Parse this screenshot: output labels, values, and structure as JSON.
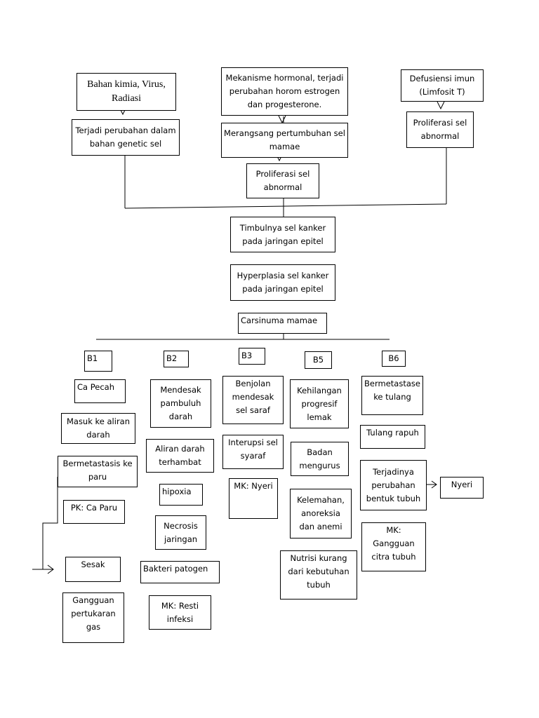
{
  "diagram": {
    "causes": {
      "chemical": "Bahan kimia, Virus, Radiasi",
      "genetic_change": "Terjadi perubahan dalam bahan genetic sel",
      "hormonal": "Mekanisme hormonal, terjadi perubahan horom estrogen dan progesterone.",
      "stimulate_growth": "Merangsang pertumbuhan sel mamae",
      "proliferation_center": "Proliferasi sel abnormal",
      "immune": "Defusiensi imun (Limfosit T)",
      "proliferation_right": "Proliferasi sel abnormal"
    },
    "main": {
      "onset": "Timbulnya sel kanker pada jaringan epitel",
      "hyperplasia": "Hyperplasia sel kanker pada jaringan epitel",
      "carcinoma": "Carsinuma mamae"
    },
    "branches": {
      "b1": {
        "label": "B1",
        "items": [
          "Ca Pecah",
          "Masuk ke aliran darah",
          "Bermetastasis ke paru",
          "PK: Ca Paru",
          "Sesak",
          "Gangguan pertukaran gas"
        ]
      },
      "b2": {
        "label": "B2",
        "items": [
          "Mendesak pambuluh darah",
          "Aliran darah terhambat",
          "hipoxia",
          "Necrosis jaringan",
          "Bakteri patogen",
          "MK: Resti infeksi"
        ]
      },
      "b3": {
        "label": "B3",
        "items": [
          "Benjolan mendesak sel saraf",
          "Interupsi sel syaraf",
          "MK: Nyeri"
        ]
      },
      "b5": {
        "label": "B5",
        "items": [
          "Kehilangan progresif lemak",
          "Badan mengurus",
          "Kelemahan, anoreksia dan anemi",
          "Nutrisi kurang dari kebutuhan tubuh"
        ]
      },
      "b6": {
        "label": "B6",
        "items": [
          "Bermetastase ke tulang",
          "Tulang rapuh",
          "Terjadinya perubahan bentuk tubuh",
          "Nyeri",
          "MK: Gangguan citra tubuh"
        ]
      }
    }
  }
}
